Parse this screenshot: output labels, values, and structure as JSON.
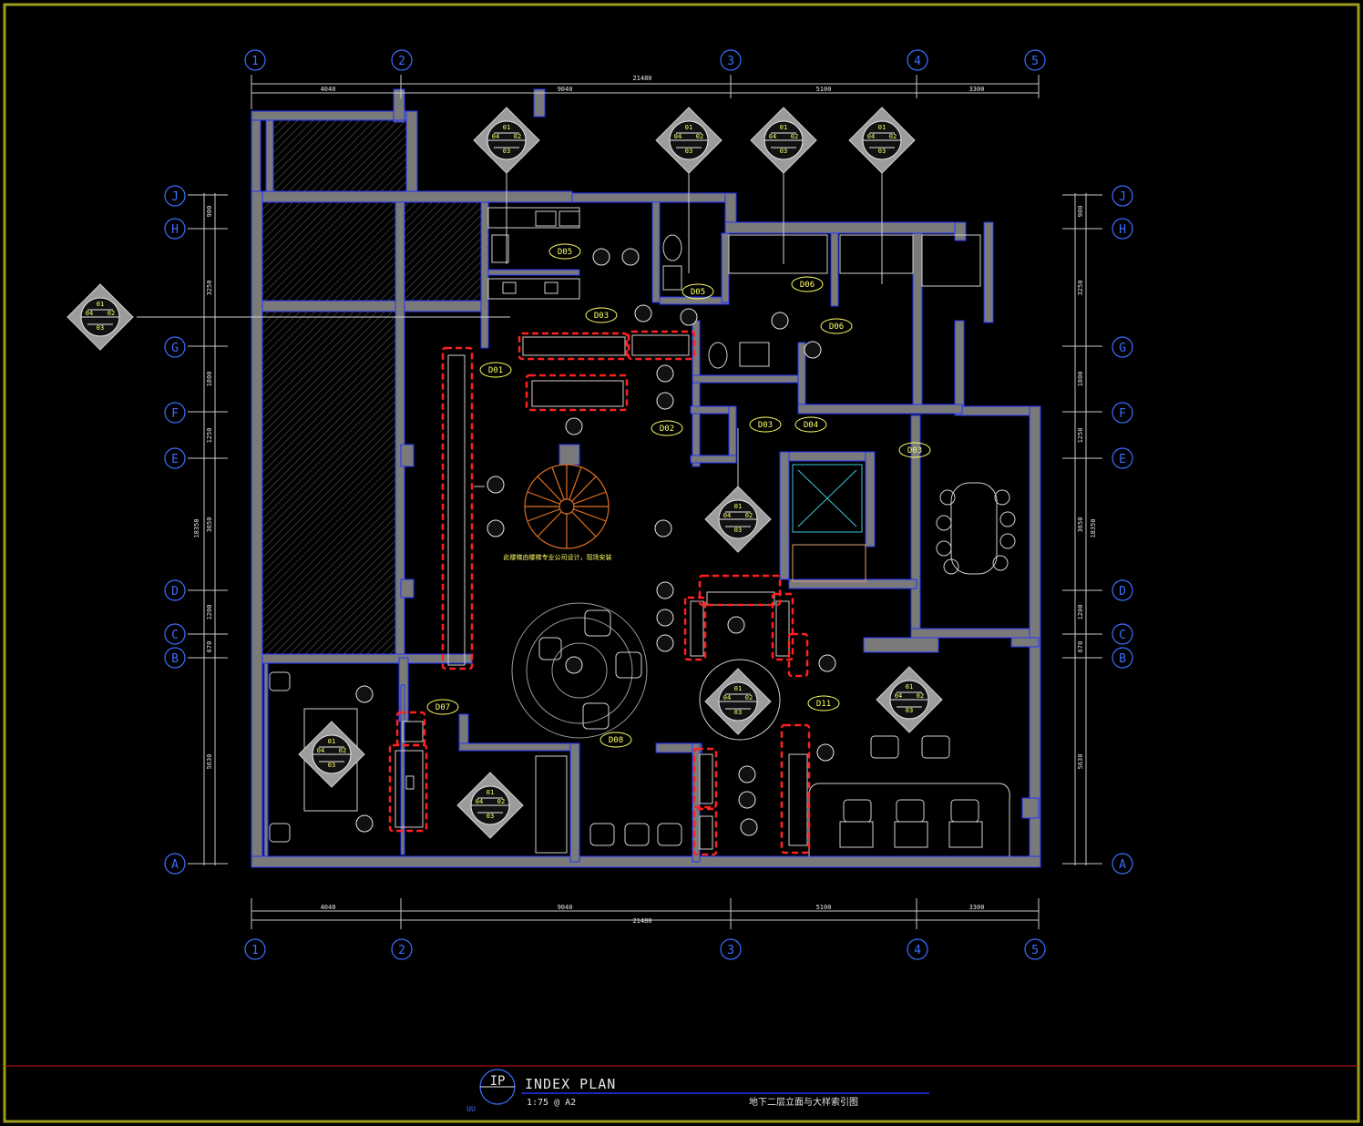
{
  "colors": {
    "background": "#000000",
    "border": "#9c9c1c",
    "wall": "#7a7a7a",
    "wall_edge": "#2233ff",
    "grid_bubble": "#3a6fff",
    "dimension": "#c9c9c9",
    "annotation": "#ffff66",
    "highlight": "#ff2020",
    "stair": "#e07020",
    "title_line": "#2233ff",
    "red_line": "#d01010"
  },
  "grid_columns": [
    "1",
    "2",
    "3",
    "4",
    "5"
  ],
  "grid_rows": [
    "J",
    "H",
    "G",
    "F",
    "E",
    "D",
    "C",
    "B",
    "A"
  ],
  "dims_top": {
    "total": "21480",
    "segments": [
      "4040",
      "9040",
      "5100",
      "3300"
    ]
  },
  "dims_bottom": {
    "total": "21480",
    "segments": [
      "4040",
      "9040",
      "5100",
      "3300"
    ]
  },
  "dims_left": {
    "total": "18350",
    "segments": [
      "900",
      "3250",
      "1800",
      "1250",
      "3650",
      "1200",
      "670",
      "5630"
    ]
  },
  "dims_right": {
    "total": "18350",
    "segments": [
      "900",
      "3250",
      "1800",
      "1250",
      "3650",
      "1200",
      "670",
      "5630"
    ]
  },
  "door_tags": [
    "D05",
    "D05",
    "D06",
    "D06",
    "D03",
    "D01",
    "D02",
    "D03",
    "D04",
    "D03",
    "D07",
    "D08",
    "D11"
  ],
  "stair_note": "此楼梯由楼梯专业公司设计，现场安装",
  "title": {
    "symbol": "IP",
    "name": "INDEX PLAN",
    "scale": "1:75 @ A2",
    "subtitle": "地下二层立面与大样索引图",
    "tag": "UU"
  }
}
